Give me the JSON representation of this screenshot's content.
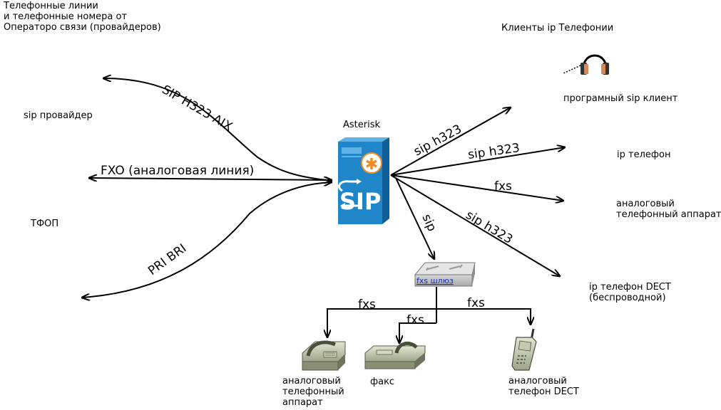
{
  "labels": {
    "providers_header": "Телефонные линии\nи телефонные номера от\nОператоро связи (провайдеров)",
    "clients_header": "Клиенты ip Телефонии",
    "sip_provider": "sip провайдер",
    "pstn": "ТФОП",
    "asterisk": "Asterisk",
    "softphone": "програмный sip клиент",
    "ip_phone": "ip телефон",
    "analog_phone_right": "аналоговый\nтелефонный аппарат",
    "dect_ip": "ip телефон DECT\n(беспроводной)",
    "analog_phone_bottom": "аналоговый\nтелефонный\nаппарат",
    "fax": "факс",
    "analog_dect": "аналоговый\nтелефон DECT"
  },
  "connections": {
    "sip_provider_link": "SIP H323 AIX",
    "pstn_fxo": "FXO (аналоговая линия)",
    "pri_bri": "PRI BRI",
    "softphone_link": "sip h323",
    "ip_phone_link": "sip h323",
    "analog_link": "fxs",
    "dect_link": "sip h323",
    "gateway_link": "sip",
    "fxs_left": "fxs",
    "fxs_mid": "fxs",
    "fxs_right": "fxs"
  },
  "gateway": {
    "label": "fxs шлюз"
  },
  "server": {
    "logo_text": "SIP",
    "logo_star": "✱"
  },
  "colors": {
    "server_blue": "#1f86c9",
    "server_dark": "#0f5e96",
    "accent_orange": "#f28c1e",
    "link_blue": "#1a2fb0"
  }
}
